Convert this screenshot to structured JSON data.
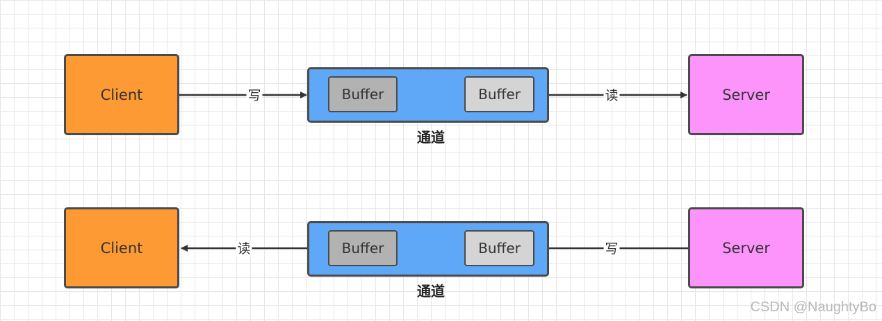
{
  "rows": [
    {
      "client_label": "Client",
      "server_label": "Server",
      "buffer_left": "Buffer",
      "buffer_right": "Buffer",
      "left_edge_label": "写",
      "right_edge_label": "读",
      "channel_label": "通道"
    },
    {
      "client_label": "Client",
      "server_label": "Server",
      "buffer_left": "Buffer",
      "buffer_right": "Buffer",
      "left_edge_label": "读",
      "right_edge_label": "写",
      "channel_label": "通道"
    }
  ],
  "watermark": "CSDN @NaughtyBo",
  "colors": {
    "client": "#fd9a34",
    "server": "#fc94fc",
    "channel": "#5fa8f7",
    "buffer_dark": "#b2b2b2",
    "buffer_light": "#d4d4d4",
    "stroke": "#4a4a4a"
  }
}
